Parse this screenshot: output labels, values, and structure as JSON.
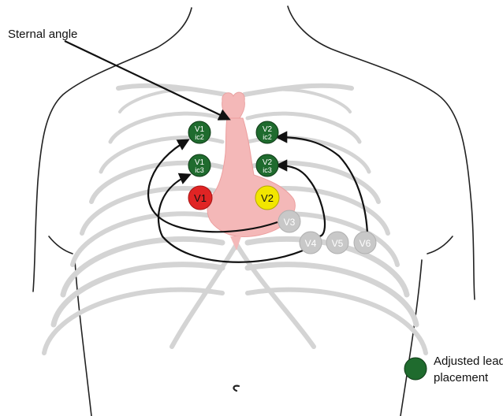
{
  "annotation": {
    "sternal_angle": "Sternal angle"
  },
  "legend": {
    "line1": "Adjusted lead",
    "line2": "placement",
    "color": "#1f6b2e"
  },
  "colors": {
    "adjusted": "#1f6b2e",
    "v1": "#e02424",
    "v2": "#f2e600",
    "grey_lead": "#c8c8c8",
    "heart": "#f4b8b8",
    "rib": "#d4d4d4",
    "outline": "#222222"
  },
  "leads": {
    "v1_ic2": {
      "top": "V1",
      "bottom": "ic2",
      "kind": "adjusted"
    },
    "v1_ic3": {
      "top": "V1",
      "bottom": "ic3",
      "kind": "adjusted"
    },
    "v2_ic2": {
      "top": "V2",
      "bottom": "ic2",
      "kind": "adjusted"
    },
    "v2_ic3": {
      "top": "V2",
      "bottom": "ic3",
      "kind": "adjusted"
    },
    "v1": {
      "label": "V1",
      "kind": "standard"
    },
    "v2": {
      "label": "V2",
      "kind": "standard"
    },
    "v3": {
      "label": "V3",
      "kind": "standard"
    },
    "v4": {
      "label": "V4",
      "kind": "standard"
    },
    "v5": {
      "label": "V5",
      "kind": "standard"
    },
    "v6": {
      "label": "V6",
      "kind": "standard"
    }
  }
}
